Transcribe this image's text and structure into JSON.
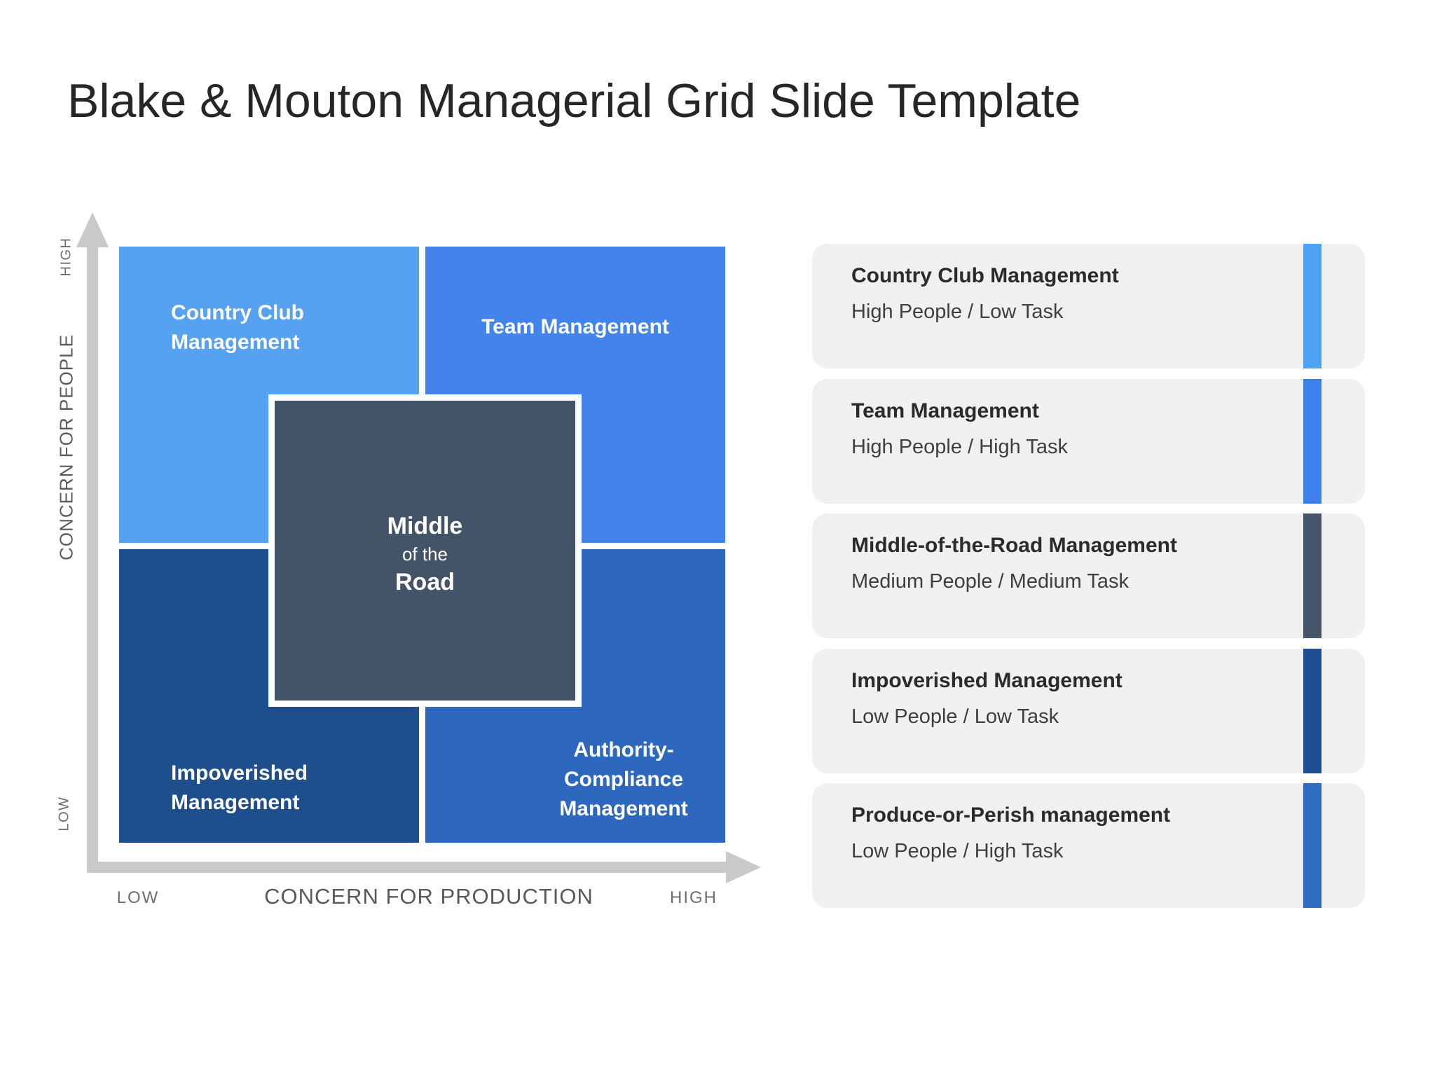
{
  "slide": {
    "title": "Blake & Mouton Managerial Grid Slide Template",
    "background": "#ffffff"
  },
  "matrix": {
    "y_axis": {
      "label": "CONCERN FOR PEOPLE",
      "top_tick": "HIGH",
      "bottom_tick": "LOW",
      "arrow_color": "#c9c9c9"
    },
    "x_axis": {
      "label": "CONCERN FOR PRODUCTION",
      "left_tick": "LOW",
      "right_tick": "HIGH",
      "arrow_color": "#c9c9c9"
    },
    "quadrants": [
      {
        "position": "top-left",
        "label": "Country Club\nManagement",
        "color": "#56a1f0"
      },
      {
        "position": "top-right",
        "label": "Team Management",
        "color": "#4284ec"
      },
      {
        "position": "bottom-left",
        "label": "Impoverished\nManagement",
        "color": "#1f4e8d"
      },
      {
        "position": "bottom-right",
        "label": "Authority-\nCompliance\nManagement",
        "color": "#2d68be"
      }
    ],
    "center": {
      "line1": "Middle",
      "line2": "of the",
      "line3": "Road",
      "color": "#445468",
      "border_color": "#ffffff"
    }
  },
  "legend_cards": [
    {
      "title": "Country Club Management",
      "subtitle": "High People / Low Task",
      "accent": "#4da2f5"
    },
    {
      "title": "Team Management",
      "subtitle": "High People / High Task",
      "accent": "#3e7fef"
    },
    {
      "title": "Middle-of-the-Road Management",
      "subtitle": "Medium People / Medium Task",
      "accent": "#475569"
    },
    {
      "title": "Impoverished Management",
      "subtitle": "Low People / Low Task",
      "accent": "#1e4f90"
    },
    {
      "title": "Produce-or-Perish management",
      "subtitle": "Low People / High Task",
      "accent": "#2e6bc2"
    }
  ]
}
